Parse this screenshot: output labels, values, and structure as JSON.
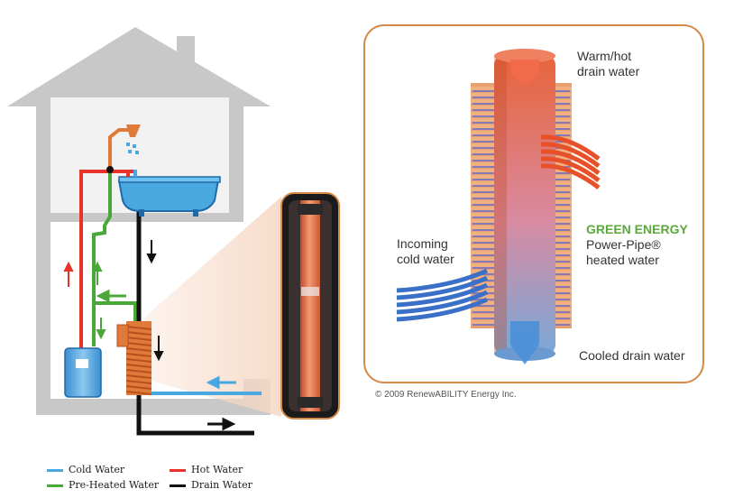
{
  "callout": {
    "warm_line1": "Warm/hot",
    "warm_line2": "drain water",
    "brand": "GREEN ENERGY",
    "product": "Power-Pipe®",
    "heated": "heated water",
    "incoming_line1": "Incoming",
    "incoming_line2": "cold water",
    "cooled": "Cooled drain water",
    "copyright": "© 2009 RenewABILITY Energy Inc."
  },
  "legend": [
    {
      "label": "Cold Water",
      "color": "#4aa8e0"
    },
    {
      "label": "Hot Water",
      "color": "#e8332a"
    },
    {
      "label": "Pre-Heated Water",
      "color": "#49a838"
    },
    {
      "label": "Drain Water",
      "color": "#111111"
    }
  ],
  "colors": {
    "cold": "#4aa8e0",
    "hot": "#e8332a",
    "preheated": "#49a838",
    "drain": "#111111",
    "copper": "#e07a3a",
    "brand": "#5aa83c",
    "frame": "#d58a4a"
  }
}
